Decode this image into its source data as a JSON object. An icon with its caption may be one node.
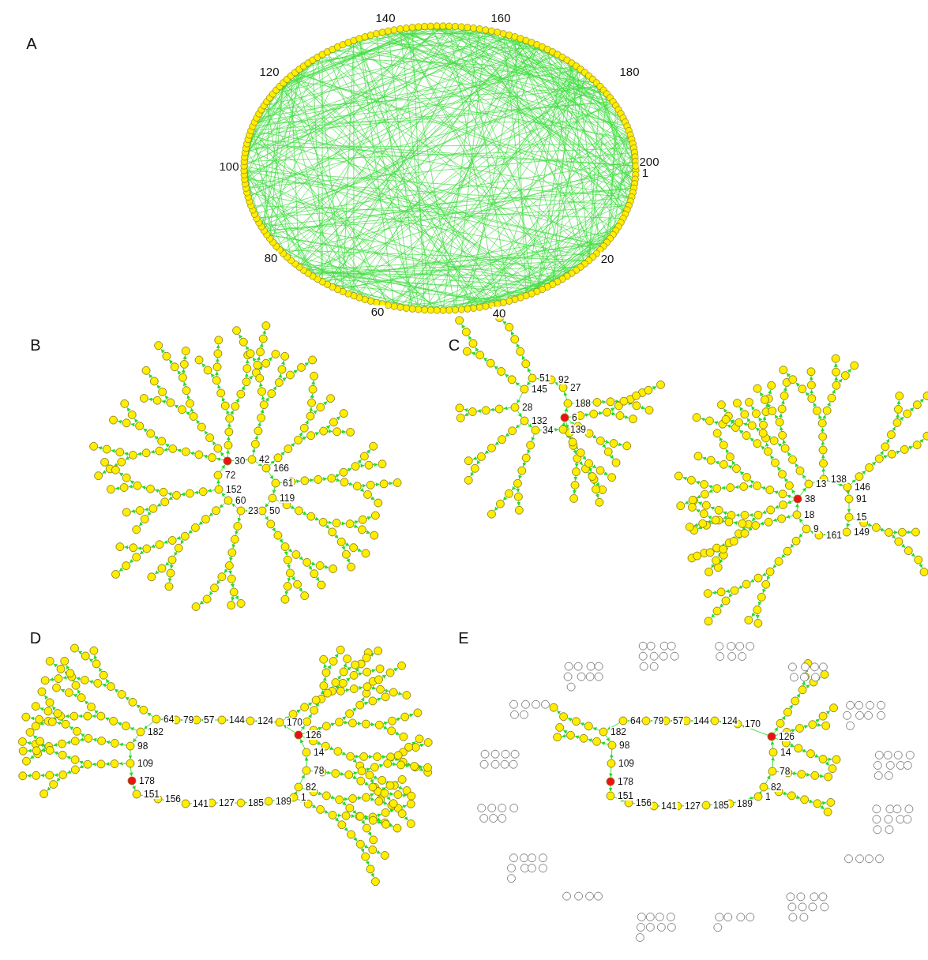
{
  "diagram": {
    "labels": [
      "A",
      "140",
      "160",
      "120",
      "180",
      "100",
      "200",
      "1",
      "80",
      "20",
      "60",
      "40",
      "B",
      "C",
      "30",
      "42",
      "166",
      "72",
      "61",
      "152",
      "60",
      "119",
      "23",
      "50",
      "51",
      "92",
      "145",
      "27",
      "188",
      "28",
      "6",
      "132",
      "34",
      "139",
      "138",
      "13",
      "146",
      "38",
      "91",
      "18",
      "15",
      "9",
      "149",
      "161",
      "D",
      "E",
      "64",
      "79",
      "57",
      "144",
      "124",
      "170",
      "182",
      "126",
      "98",
      "14",
      "109",
      "78",
      "178",
      "82",
      "151",
      "156",
      "141",
      "127",
      "185",
      "189",
      "1",
      "64",
      "79",
      "57",
      "144",
      "124",
      "170",
      "182",
      "126",
      "98",
      "14",
      "109",
      "78",
      "178",
      "82",
      "151",
      "156",
      "141",
      "127",
      "185",
      "189",
      "1"
    ]
  }
}
